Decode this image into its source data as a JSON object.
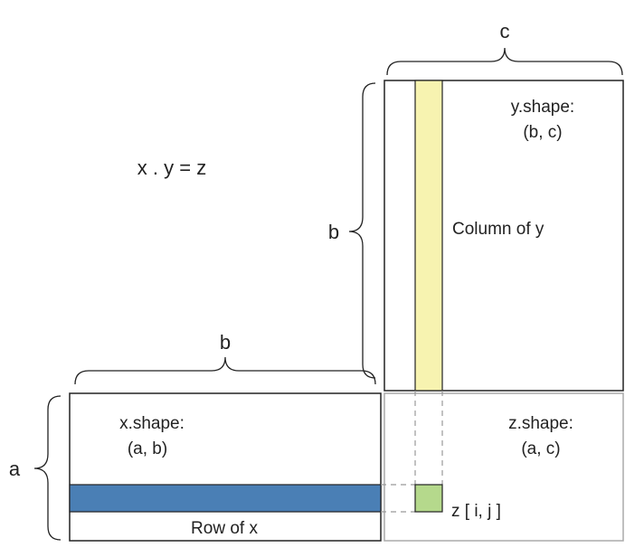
{
  "equation": "x . y = z",
  "braces": {
    "top_y_width": "c",
    "left_y_height": "b",
    "top_x_width": "b",
    "left_x_height": "a"
  },
  "matrices": {
    "y": {
      "shape_label": "y.shape:",
      "shape_dims": "(b, c)",
      "highlight_label": "Column of y"
    },
    "x": {
      "shape_label": "x.shape:",
      "shape_dims": "(a, b)",
      "highlight_label": "Row of x"
    },
    "z": {
      "shape_label": "z.shape:",
      "shape_dims": "(a, c)",
      "element_label": "z [ i,  j ]"
    }
  },
  "colors": {
    "row_fill": "#4a7fb5",
    "column_fill": "#f7f3b0",
    "element_fill": "#b5d98c",
    "z_border": "#aaaaaa",
    "dashed": "#999999",
    "stroke": "#222222"
  }
}
